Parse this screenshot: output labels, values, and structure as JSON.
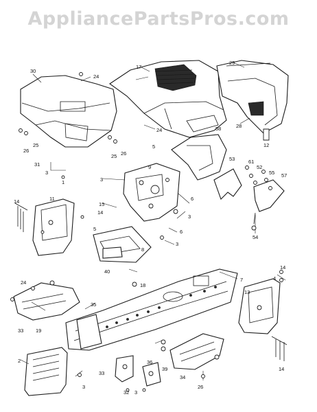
{
  "watermark": "AppliancePartsPros.com",
  "callouts": [
    {
      "id": "c30a",
      "text": "30"
    },
    {
      "id": "c24a",
      "text": "24"
    },
    {
      "id": "c17",
      "text": "17"
    },
    {
      "id": "c29",
      "text": "29"
    },
    {
      "id": "c28",
      "text": "28"
    },
    {
      "id": "c24b",
      "text": "24"
    },
    {
      "id": "c26a",
      "text": "26"
    },
    {
      "id": "c25a",
      "text": "25"
    },
    {
      "id": "c26b",
      "text": "26"
    },
    {
      "id": "c25b",
      "text": "25"
    },
    {
      "id": "c58",
      "text": "58"
    },
    {
      "id": "c12",
      "text": "12"
    },
    {
      "id": "c5a",
      "text": "5"
    },
    {
      "id": "c31",
      "text": "31"
    },
    {
      "id": "c3a",
      "text": "3"
    },
    {
      "id": "c1",
      "text": "1"
    },
    {
      "id": "c3b",
      "text": "3"
    },
    {
      "id": "c9",
      "text": "9"
    },
    {
      "id": "c53",
      "text": "53"
    },
    {
      "id": "c61",
      "text": "61"
    },
    {
      "id": "c52",
      "text": "52"
    },
    {
      "id": "c55",
      "text": "55"
    },
    {
      "id": "c57",
      "text": "57"
    },
    {
      "id": "c14a",
      "text": "14"
    },
    {
      "id": "c11",
      "text": "11"
    },
    {
      "id": "c15",
      "text": "15"
    },
    {
      "id": "c6a",
      "text": "6"
    },
    {
      "id": "c14b",
      "text": "14"
    },
    {
      "id": "c5b",
      "text": "5"
    },
    {
      "id": "c3c",
      "text": "3"
    },
    {
      "id": "c6b",
      "text": "6"
    },
    {
      "id": "c54",
      "text": "54"
    },
    {
      "id": "c3d",
      "text": "3"
    },
    {
      "id": "c8",
      "text": "8"
    },
    {
      "id": "c40",
      "text": "40"
    },
    {
      "id": "c18",
      "text": "18"
    },
    {
      "id": "c7",
      "text": "7"
    },
    {
      "id": "c14c",
      "text": "14"
    },
    {
      "id": "c4",
      "text": "4"
    },
    {
      "id": "c24c",
      "text": "24"
    },
    {
      "id": "c13",
      "text": "13"
    },
    {
      "id": "c35",
      "text": "35"
    },
    {
      "id": "c33a",
      "text": "33"
    },
    {
      "id": "c19",
      "text": "19"
    },
    {
      "id": "c14d",
      "text": "14"
    },
    {
      "id": "c36",
      "text": "36"
    },
    {
      "id": "c2",
      "text": "2"
    },
    {
      "id": "c3e",
      "text": "3"
    },
    {
      "id": "c33b",
      "text": "33"
    },
    {
      "id": "c32",
      "text": "32"
    },
    {
      "id": "c3f",
      "text": "3"
    },
    {
      "id": "c39",
      "text": "39"
    },
    {
      "id": "c34",
      "text": "34"
    },
    {
      "id": "c26c",
      "text": "26"
    }
  ]
}
